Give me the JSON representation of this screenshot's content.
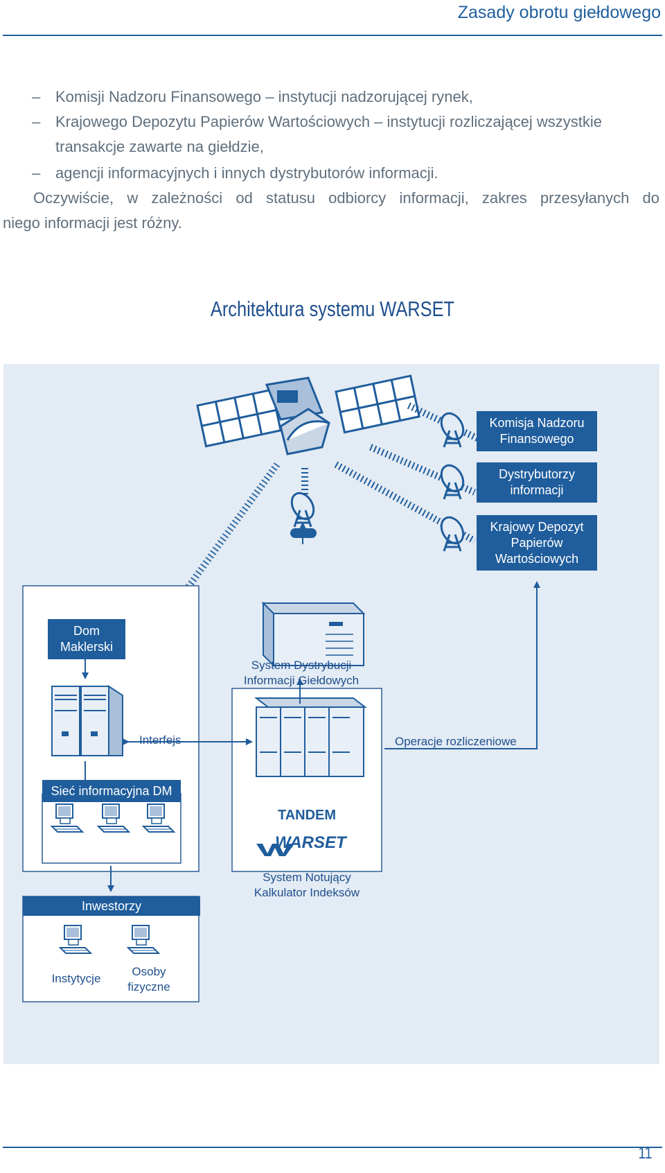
{
  "header": {
    "title": "Zasady obrotu giełdowego"
  },
  "bullets": [
    {
      "dash": "–",
      "text": "Komisji Nadzoru Finansowego – instytucji nadzorującej rynek,"
    },
    {
      "dash": "–",
      "text": "Krajowego Depozytu Papierów Wartościowych – instytucji rozliczającej wszystkie"
    },
    {
      "dash": "",
      "text": "transakcje zawarte na giełdzie,"
    },
    {
      "dash": "–",
      "text": "agencji informacyjnych i innych dystrybutorów informacji."
    }
  ],
  "paragraph": {
    "line1": "Oczywiście, w zależności od statusu odbiorcy informacji, zakres przesyłanych do",
    "line2": "niego informacji jest różny."
  },
  "figure": {
    "title": "Architektura systemu WARSET",
    "receivers": [
      {
        "line1": "Komisja Nadzoru",
        "line2": "Finansowego"
      },
      {
        "line1": "Dystrybutorzy",
        "line2": "informacji"
      },
      {
        "line1": "Krajowy Depozyt",
        "line2": "Papierów",
        "line3": "Wartościowych"
      }
    ],
    "broker": {
      "line1": "Dom",
      "line2": "Maklerski"
    },
    "sdig": {
      "line1": "System Dystrybucji",
      "line2": "Informacji Giełdowych"
    },
    "interface_label": "Interfejs",
    "settlement_label": "Operacje rozliczeniowe",
    "network_label": "Sieć informacyjna DM",
    "tandem_label": "TANDEM",
    "warset_logo": "WARSET",
    "quoting": {
      "line1": "System Notujący",
      "line2": "Kalkulator Indeksów"
    },
    "investors": {
      "label": "Inwestorzy",
      "institutions": "Instytycje",
      "individuals": {
        "line1": "Osoby",
        "line2": "fizyczne"
      }
    }
  },
  "footer": {
    "page_number": "11"
  },
  "colors": {
    "accent": "#1f5d9c",
    "diagram_bg": "#e3ebf4",
    "text": "#5f6f7d"
  }
}
